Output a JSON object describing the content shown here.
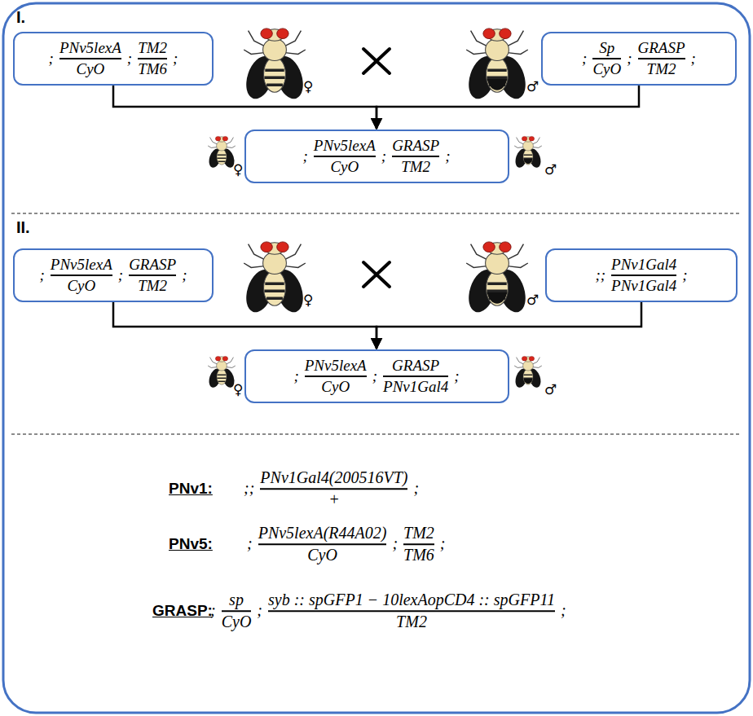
{
  "diagram": {
    "nodes": [
      {
        "text": [
          ";",
          "PNv5lexA",
          "CyO",
          ";",
          "TM2",
          "TM6",
          ";"
        ]
      },
      {
        "text": [
          ";",
          "Sp",
          "CyO",
          ";",
          "GRASP",
          "TM2",
          ";"
        ]
      },
      {
        "text": [
          ";",
          "PNv5lexA",
          "CyO",
          ";",
          "GRASP",
          "TM2",
          ";"
        ]
      },
      {
        "text": [
          ";",
          "PNv5lexA",
          "CyO",
          ";",
          "GRASP",
          "TM2",
          ";"
        ]
      },
      {
        "text": [
          ";;",
          "PNv1Gal4",
          "PNv1Gal4",
          ";"
        ]
      },
      {
        "text": [
          ";",
          "PNv5lexA",
          "CyO",
          ";",
          "GRASP",
          "PNv1Gal4",
          ";"
        ]
      }
    ],
    "edges": [
      {
        "from": 0,
        "to": 2,
        "arrow": "to"
      },
      {
        "from": 1,
        "to": 2,
        "arrow": "to"
      },
      {
        "from": 3,
        "to": 5,
        "arrow": "to"
      },
      {
        "from": 4,
        "to": 5,
        "arrow": "to"
      }
    ],
    "labels": [
      "I.",
      "♀",
      "♂",
      "♀",
      "♂",
      "II.",
      "♀",
      "♂",
      "♀",
      "♂",
      "PNv1:",
      ";;",
      "PNv1Gal4(200516VT)",
      "+",
      ";",
      "PNv5:",
      ";",
      "PNv5lexA(R44A02)",
      "CyO",
      ";",
      "TM2",
      "TM6",
      ";",
      "GRASP:",
      ";",
      "sp",
      "CyO",
      ";",
      "syb :: spGFP1 − 10lexAopCD4 :: spGFP11",
      "TM2",
      ";"
    ]
  }
}
